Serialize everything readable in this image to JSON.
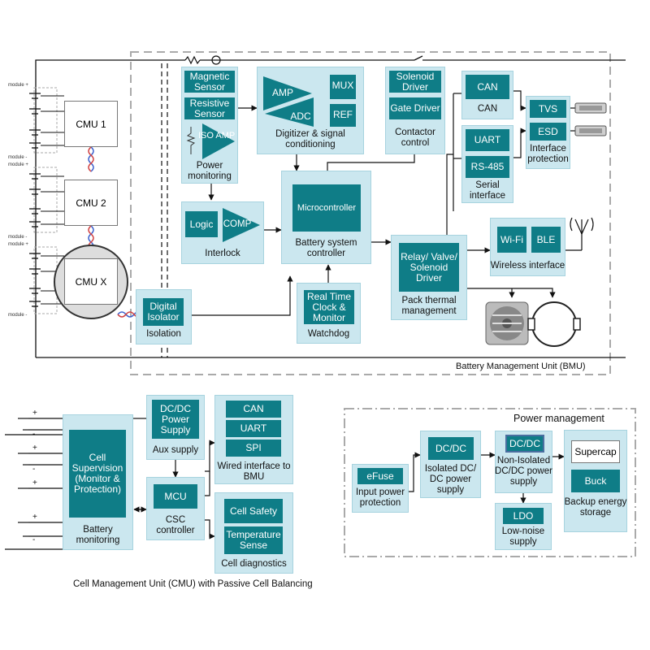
{
  "bmu": {
    "title": "Battery Management Unit (BMU)",
    "power_monitoring": {
      "magnetic": "Magnetic Sensor",
      "resistive": "Resistive Sensor",
      "iso_amp": "ISO AMP",
      "caption": "Power monitoring"
    },
    "digitizer": {
      "amp": "AMP",
      "adc": "ADC",
      "mux": "MUX",
      "ref": "REF",
      "caption": "Digitizer & signal conditioning"
    },
    "contactor": {
      "solenoid": "Solenoid Driver",
      "gate": "Gate Driver",
      "caption": "Contactor control"
    },
    "can_block": {
      "label": "CAN",
      "caption": "CAN"
    },
    "serial": {
      "uart": "UART",
      "rs485": "RS-485",
      "caption": "Serial interface"
    },
    "interface_protection": {
      "tvs": "TVS",
      "esd": "ESD",
      "caption": "Interface protection"
    },
    "interlock": {
      "logic": "Logic",
      "comp": "COMP",
      "caption": "Interlock"
    },
    "mcu": {
      "label": "Microcontroller",
      "caption": "Battery system controller"
    },
    "thermal": {
      "label": "Relay/ Valve/ Solenoid Driver",
      "caption": "Pack thermal management"
    },
    "wireless": {
      "wifi": "Wi-Fi",
      "ble": "BLE",
      "caption": "Wireless interface"
    },
    "watchdog": {
      "label": "Real Time Clock & Monitor",
      "caption": "Watchdog"
    },
    "isolation": {
      "label": "Digital Isolator",
      "caption": "Isolation"
    },
    "cmus": [
      "CMU 1",
      "CMU 2",
      "CMU X"
    ],
    "module_labels": [
      "module +",
      "module -",
      "module +",
      "module -",
      "module +",
      "module -"
    ]
  },
  "cmu": {
    "title": "Cell Management Unit (CMU) with Passive Cell Balancing",
    "battery_monitoring": {
      "label": "Cell Supervision (Monitor & Protection)",
      "caption": "Battery monitoring"
    },
    "aux_supply": {
      "label": "DC/DC Power Supply",
      "caption": "Aux supply"
    },
    "wired": {
      "can": "CAN",
      "uart": "UART",
      "spi": "SPI",
      "caption": "Wired interface to BMU"
    },
    "csc": {
      "label": "MCU",
      "caption": "CSC controller"
    },
    "diagnostics": {
      "safety": "Cell Safety",
      "temp": "Temperature Sense",
      "caption": "Cell diagnostics"
    }
  },
  "power": {
    "title": "Power management",
    "efuse": {
      "label": "eFuse",
      "caption": "Input power protection"
    },
    "isolated": {
      "label": "DC/DC",
      "caption": "Isolated DC/ DC power supply"
    },
    "nonisolated": {
      "label": "DC/DC",
      "caption": "Non-Isolated DC/DC power supply"
    },
    "ldo": {
      "label": "LDO",
      "caption": "Low-noise supply"
    },
    "backup": {
      "supercap": "Supercap",
      "buck": "Buck",
      "caption": "Backup energy storage"
    }
  },
  "colors": {
    "block_bg": "#cbe7ef",
    "block_dark": "#0f7d87",
    "wire": "#111111",
    "dash": "#aaaaaa"
  },
  "icons": [
    "fan-icon",
    "motor-icon",
    "antenna-icon",
    "connector-icon",
    "battery-cell-icon",
    "twisted-pair-icon"
  ]
}
